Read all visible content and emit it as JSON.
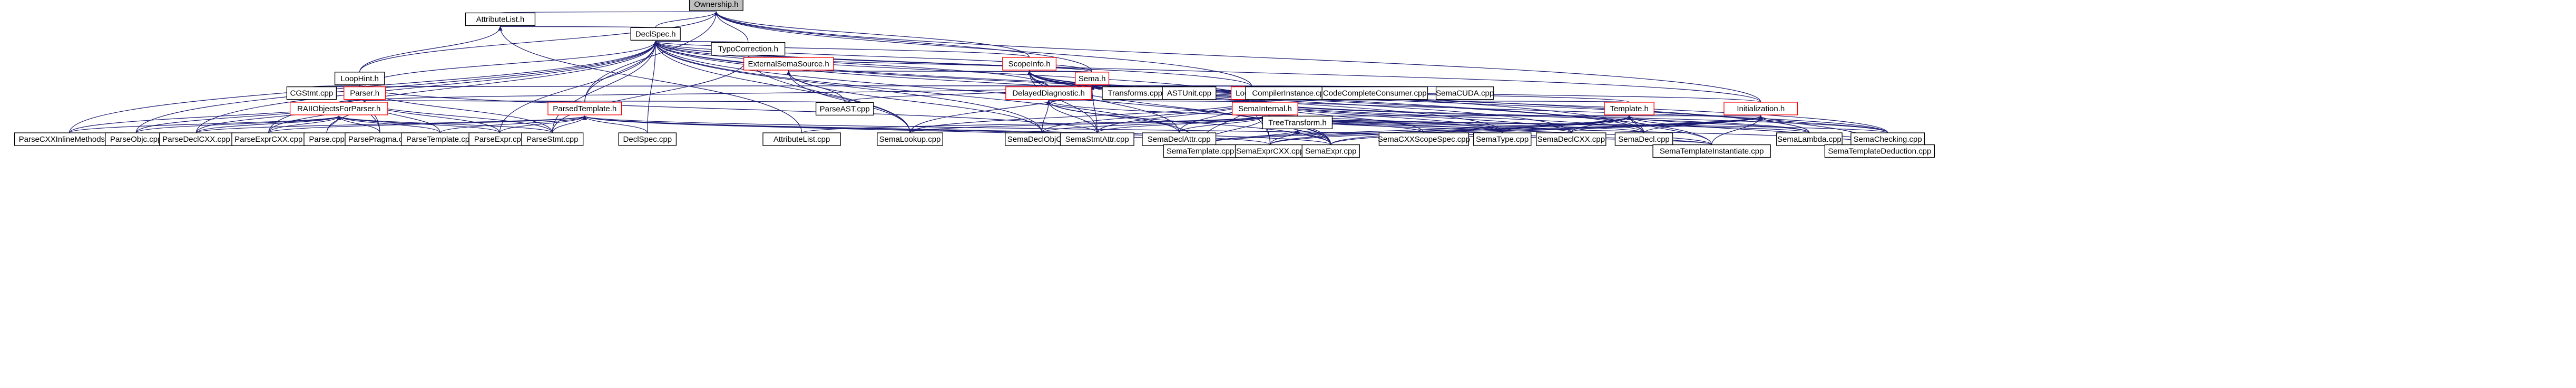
{
  "diagram": {
    "kind": "include-dependency-graph",
    "root": "OwnershipH",
    "nodes": [
      {
        "id": "OwnershipH",
        "label": "Ownership.h",
        "style": "root"
      },
      {
        "id": "AttributeListH",
        "label": "AttributeList.h",
        "style": "normal"
      },
      {
        "id": "DeclSpecH",
        "label": "DeclSpec.h",
        "style": "normal"
      },
      {
        "id": "TypoCorrectionH",
        "label": "TypoCorrection.h",
        "style": "normal"
      },
      {
        "id": "ExternalSemaSourceH",
        "label": "ExternalSemaSource.h",
        "style": "red"
      },
      {
        "id": "ScopeInfoH",
        "label": "ScopeInfo.h",
        "style": "red"
      },
      {
        "id": "SemaH",
        "label": "Sema.h",
        "style": "red"
      },
      {
        "id": "LoopHintH",
        "label": "LoopHint.h",
        "style": "normal"
      },
      {
        "id": "ParserH",
        "label": "Parser.h",
        "style": "red"
      },
      {
        "id": "RAIIObjectsForParserH",
        "label": "RAIIObjectsForParser.h",
        "style": "red"
      },
      {
        "id": "ParsedTemplateH",
        "label": "ParsedTemplate.h",
        "style": "red"
      },
      {
        "id": "DelayedDiagnosticH",
        "label": "DelayedDiagnostic.h",
        "style": "red"
      },
      {
        "id": "LookupH",
        "label": "Lookup.h",
        "style": "red"
      },
      {
        "id": "SemaInternalH",
        "label": "SemaInternal.h",
        "style": "red"
      },
      {
        "id": "TemplateH",
        "label": "Template.h",
        "style": "red"
      },
      {
        "id": "InitializationH",
        "label": "Initialization.h",
        "style": "red"
      },
      {
        "id": "TreeTransformH",
        "label": "TreeTransform.h",
        "style": "normal"
      },
      {
        "id": "CGStmtCpp",
        "label": "CGStmt.cpp",
        "style": "normal"
      },
      {
        "id": "TransformsCpp",
        "label": "Transforms.cpp",
        "style": "normal"
      },
      {
        "id": "ASTUnitCpp",
        "label": "ASTUnit.cpp",
        "style": "normal"
      },
      {
        "id": "CompilerInstanceCpp",
        "label": "CompilerInstance.cpp",
        "style": "normal"
      },
      {
        "id": "CodeCompleteConsumerCpp",
        "label": "CodeCompleteConsumer.cpp",
        "style": "normal"
      },
      {
        "id": "SemaCUDACpp",
        "label": "SemaCUDA.cpp",
        "style": "normal"
      },
      {
        "id": "ParseASTCpp",
        "label": "ParseAST.cpp",
        "style": "normal"
      },
      {
        "id": "ParseCXXInlineMethodsCpp",
        "label": "ParseCXXInlineMethods.cpp",
        "style": "normal"
      },
      {
        "id": "ParseObjcCpp",
        "label": "ParseObjc.cpp",
        "style": "normal"
      },
      {
        "id": "ParseDeclCXXCpp",
        "label": "ParseDeclCXX.cpp",
        "style": "normal"
      },
      {
        "id": "ParseExprCXXCpp",
        "label": "ParseExprCXX.cpp",
        "style": "normal"
      },
      {
        "id": "ParseCpp",
        "label": "Parse.cpp",
        "style": "normal"
      },
      {
        "id": "ParsePragmaCpp",
        "label": "ParsePragma.cpp",
        "style": "normal"
      },
      {
        "id": "ParseTemplateCpp",
        "label": "ParseTemplate.cpp",
        "style": "normal"
      },
      {
        "id": "ParseExprCpp",
        "label": "ParseExpr.cpp",
        "style": "normal"
      },
      {
        "id": "ParseStmtCpp",
        "label": "ParseStmt.cpp",
        "style": "normal"
      },
      {
        "id": "DeclSpecCpp",
        "label": "DeclSpec.cpp",
        "style": "normal"
      },
      {
        "id": "AttributeListCpp",
        "label": "AttributeList.cpp",
        "style": "normal"
      },
      {
        "id": "SemaLookupCpp",
        "label": "SemaLookup.cpp",
        "style": "normal"
      },
      {
        "id": "SemaDeclObjCCpp",
        "label": "SemaDeclObjC.cpp",
        "style": "normal"
      },
      {
        "id": "SemaStmtAttrCpp",
        "label": "SemaStmtAttr.cpp",
        "style": "normal"
      },
      {
        "id": "SemaDeclAttrCpp",
        "label": "SemaDeclAttr.cpp",
        "style": "normal"
      },
      {
        "id": "SemaCXXScopeSpecCpp",
        "label": "SemaCXXScopeSpec.cpp",
        "style": "normal"
      },
      {
        "id": "SemaTypeCpp",
        "label": "SemaType.cpp",
        "style": "normal"
      },
      {
        "id": "SemaDeclCXXCpp",
        "label": "SemaDeclCXX.cpp",
        "style": "normal"
      },
      {
        "id": "SemaDeclCpp",
        "label": "SemaDecl.cpp",
        "style": "normal"
      },
      {
        "id": "SemaLambdaCpp",
        "label": "SemaLambda.cpp",
        "style": "normal"
      },
      {
        "id": "SemaCheckingCpp",
        "label": "SemaChecking.cpp",
        "style": "normal"
      },
      {
        "id": "SemaTemplateCpp",
        "label": "SemaTemplate.cpp",
        "style": "normal"
      },
      {
        "id": "SemaExprCXXCpp",
        "label": "SemaExprCXX.cpp",
        "style": "normal"
      },
      {
        "id": "SemaExprCpp",
        "label": "SemaExpr.cpp",
        "style": "normal"
      },
      {
        "id": "SemaTemplateInstantiateCpp",
        "label": "SemaTemplateInstantiate.cpp",
        "style": "normal"
      },
      {
        "id": "SemaTemplateDeductionCpp",
        "label": "SemaTemplateDeduction.cpp",
        "style": "normal"
      }
    ],
    "edges": [
      [
        "OwnershipH",
        "AttributeListH"
      ],
      [
        "OwnershipH",
        "DeclSpecH"
      ],
      [
        "OwnershipH",
        "TypoCorrectionH"
      ],
      [
        "OwnershipH",
        "ScopeInfoH"
      ],
      [
        "OwnershipH",
        "SemaH"
      ],
      [
        "OwnershipH",
        "LoopHintH"
      ],
      [
        "OwnershipH",
        "ParsedTemplateH"
      ],
      [
        "OwnershipH",
        "LookupH"
      ],
      [
        "OwnershipH",
        "InitializationH"
      ],
      [
        "AttributeListH",
        "DeclSpecH"
      ],
      [
        "AttributeListH",
        "LoopHintH"
      ],
      [
        "AttributeListH",
        "AttributeListCpp"
      ],
      [
        "DeclSpecH",
        "TypoCorrectionH"
      ],
      [
        "DeclSpecH",
        "SemaH"
      ],
      [
        "DeclSpecH",
        "ScopeInfoH"
      ],
      [
        "DeclSpecH",
        "ParserH"
      ],
      [
        "DeclSpecH",
        "ParsedTemplateH"
      ],
      [
        "DeclSpecH",
        "DelayedDiagnosticH"
      ],
      [
        "DeclSpecH",
        "LookupH"
      ],
      [
        "DeclSpecH",
        "SemaInternalH"
      ],
      [
        "DeclSpecH",
        "InitializationH"
      ],
      [
        "DeclSpecH",
        "ParseCXXInlineMethodsCpp"
      ],
      [
        "DeclSpecH",
        "ParseObjcCpp"
      ],
      [
        "DeclSpecH",
        "ParseDeclCXXCpp"
      ],
      [
        "DeclSpecH",
        "ParseExprCXXCpp"
      ],
      [
        "DeclSpecH",
        "ParseExprCpp"
      ],
      [
        "DeclSpecH",
        "ParseStmtCpp"
      ],
      [
        "DeclSpecH",
        "DeclSpecCpp"
      ],
      [
        "DeclSpecH",
        "SemaLookupCpp"
      ],
      [
        "DeclSpecH",
        "SemaDeclObjCCpp"
      ],
      [
        "DeclSpecH",
        "SemaDeclCpp"
      ],
      [
        "DeclSpecH",
        "SemaTemplateCpp"
      ],
      [
        "DeclSpecH",
        "SemaExprCpp"
      ],
      [
        "DeclSpecH",
        "SemaTemplateDeductionCpp"
      ],
      [
        "DeclSpecH",
        "SemaTemplateInstantiateCpp"
      ],
      [
        "TypoCorrectionH",
        "ExternalSemaSourceH"
      ],
      [
        "TypoCorrectionH",
        "SemaH"
      ],
      [
        "TypoCorrectionH",
        "SemaLookupCpp"
      ],
      [
        "TypoCorrectionH",
        "ParseStmtCpp"
      ],
      [
        "ExternalSemaSourceH",
        "SemaH"
      ],
      [
        "ExternalSemaSourceH",
        "ParseASTCpp"
      ],
      [
        "ExternalSemaSourceH",
        "SemaLookupCpp"
      ],
      [
        "ExternalSemaSourceH",
        "SemaDeclObjCCpp"
      ],
      [
        "ScopeInfoH",
        "SemaH"
      ],
      [
        "ScopeInfoH",
        "SemaStmtAttrCpp"
      ],
      [
        "ScopeInfoH",
        "SemaDeclAttrCpp"
      ],
      [
        "ScopeInfoH",
        "SemaTypeCpp"
      ],
      [
        "ScopeInfoH",
        "SemaDeclCXXCpp"
      ],
      [
        "ScopeInfoH",
        "SemaDeclCpp"
      ],
      [
        "ScopeInfoH",
        "SemaLambdaCpp"
      ],
      [
        "ScopeInfoH",
        "SemaCheckingCpp"
      ],
      [
        "ScopeInfoH",
        "SemaExprCpp"
      ],
      [
        "ScopeInfoH",
        "TreeTransformH"
      ],
      [
        "SemaH",
        "CGStmtCpp"
      ],
      [
        "SemaH",
        "TransformsCpp"
      ],
      [
        "SemaH",
        "ASTUnitCpp"
      ],
      [
        "SemaH",
        "CompilerInstanceCpp"
      ],
      [
        "SemaH",
        "CodeCompleteConsumerCpp"
      ],
      [
        "SemaH",
        "SemaCUDACpp"
      ],
      [
        "SemaH",
        "ParserH"
      ],
      [
        "SemaH",
        "DelayedDiagnosticH"
      ],
      [
        "SemaH",
        "LookupH"
      ],
      [
        "SemaH",
        "SemaInternalH"
      ],
      [
        "SemaH",
        "TemplateH"
      ],
      [
        "SemaH",
        "InitializationH"
      ],
      [
        "SemaH",
        "ParseASTCpp"
      ],
      [
        "SemaH",
        "RAIIObjectsForParserH"
      ],
      [
        "SemaH",
        "SemaLookupCpp"
      ],
      [
        "SemaH",
        "SemaStmtAttrCpp"
      ],
      [
        "SemaH",
        "SemaCheckingCpp"
      ],
      [
        "LoopHintH",
        "CGStmtCpp"
      ],
      [
        "LoopHintH",
        "ParserH"
      ],
      [
        "LoopHintH",
        "ParsePragmaCpp"
      ],
      [
        "LoopHintH",
        "ParseStmtCpp"
      ],
      [
        "LoopHintH",
        "SemaStmtAttrCpp"
      ],
      [
        "ParserH",
        "RAIIObjectsForParserH"
      ],
      [
        "ParserH",
        "ParsedTemplateH"
      ],
      [
        "ParserH",
        "ParseCXXInlineMethodsCpp"
      ],
      [
        "ParserH",
        "ParseObjcCpp"
      ],
      [
        "ParserH",
        "ParseDeclCXXCpp"
      ],
      [
        "ParserH",
        "ParseExprCXXCpp"
      ],
      [
        "ParserH",
        "ParseCpp"
      ],
      [
        "ParserH",
        "ParsePragmaCpp"
      ],
      [
        "ParserH",
        "ParseTemplateCpp"
      ],
      [
        "ParserH",
        "ParseExprCpp"
      ],
      [
        "ParserH",
        "ParseStmtCpp"
      ],
      [
        "ParserH",
        "ParseASTCpp"
      ],
      [
        "RAIIObjectsForParserH",
        "ParseCXXInlineMethodsCpp"
      ],
      [
        "RAIIObjectsForParserH",
        "ParseObjcCpp"
      ],
      [
        "RAIIObjectsForParserH",
        "ParseDeclCXXCpp"
      ],
      [
        "RAIIObjectsForParserH",
        "ParseExprCXXCpp"
      ],
      [
        "RAIIObjectsForParserH",
        "ParseCpp"
      ],
      [
        "RAIIObjectsForParserH",
        "ParsePragmaCpp"
      ],
      [
        "RAIIObjectsForParserH",
        "ParseTemplateCpp"
      ],
      [
        "RAIIObjectsForParserH",
        "ParseExprCpp"
      ],
      [
        "RAIIObjectsForParserH",
        "ParseStmtCpp"
      ],
      [
        "ParsedTemplateH",
        "ParseDeclCXXCpp"
      ],
      [
        "ParsedTemplateH",
        "ParseExprCXXCpp"
      ],
      [
        "ParsedTemplateH",
        "ParseTemplateCpp"
      ],
      [
        "ParsedTemplateH",
        "ParseExprCpp"
      ],
      [
        "ParsedTemplateH",
        "ParseStmtCpp"
      ],
      [
        "ParsedTemplateH",
        "DeclSpecCpp"
      ],
      [
        "ParsedTemplateH",
        "SemaTemplateCpp"
      ],
      [
        "ParsedTemplateH",
        "SemaExprCXXCpp"
      ],
      [
        "ParsedTemplateH",
        "SemaExprCpp"
      ],
      [
        "ParsedTemplateH",
        "SemaTemplateInstantiateCpp"
      ],
      [
        "DelayedDiagnosticH",
        "SemaInternalH"
      ],
      [
        "DelayedDiagnosticH",
        "SemaDeclAttrCpp"
      ],
      [
        "DelayedDiagnosticH",
        "SemaDeclObjCCpp"
      ],
      [
        "DelayedDiagnosticH",
        "SemaStmtAttrCpp"
      ],
      [
        "DelayedDiagnosticH",
        "SemaTypeCpp"
      ],
      [
        "DelayedDiagnosticH",
        "SemaExprCpp"
      ],
      [
        "LookupH",
        "SemaInternalH"
      ],
      [
        "LookupH",
        "TemplateH"
      ],
      [
        "LookupH",
        "TreeTransformH"
      ],
      [
        "LookupH",
        "SemaLookupCpp"
      ],
      [
        "LookupH",
        "SemaStmtAttrCpp"
      ],
      [
        "LookupH",
        "SemaDeclAttrCpp"
      ],
      [
        "LookupH",
        "SemaCXXScopeSpecCpp"
      ],
      [
        "LookupH",
        "SemaTypeCpp"
      ],
      [
        "LookupH",
        "SemaDeclCXXCpp"
      ],
      [
        "LookupH",
        "SemaDeclCpp"
      ],
      [
        "LookupH",
        "SemaLambdaCpp"
      ],
      [
        "LookupH",
        "SemaCheckingCpp"
      ],
      [
        "LookupH",
        "SemaTemplateCpp"
      ],
      [
        "LookupH",
        "SemaExprCXXCpp"
      ],
      [
        "LookupH",
        "SemaExprCpp"
      ],
      [
        "LookupH",
        "SemaDeclObjCCpp"
      ],
      [
        "SemaInternalH",
        "TreeTransformH"
      ],
      [
        "SemaInternalH",
        "SemaLookupCpp"
      ],
      [
        "SemaInternalH",
        "SemaDeclObjCCpp"
      ],
      [
        "SemaInternalH",
        "SemaStmtAttrCpp"
      ],
      [
        "SemaInternalH",
        "SemaDeclAttrCpp"
      ],
      [
        "SemaInternalH",
        "SemaCXXScopeSpecCpp"
      ],
      [
        "SemaInternalH",
        "SemaTypeCpp"
      ],
      [
        "SemaInternalH",
        "SemaDeclCXXCpp"
      ],
      [
        "SemaInternalH",
        "SemaDeclCpp"
      ],
      [
        "SemaInternalH",
        "SemaLambdaCpp"
      ],
      [
        "SemaInternalH",
        "SemaCheckingCpp"
      ],
      [
        "SemaInternalH",
        "SemaTemplateCpp"
      ],
      [
        "SemaInternalH",
        "SemaExprCXXCpp"
      ],
      [
        "SemaInternalH",
        "SemaExprCpp"
      ],
      [
        "SemaInternalH",
        "SemaTemplateInstantiateCpp"
      ],
      [
        "SemaInternalH",
        "SemaTemplateDeductionCpp"
      ],
      [
        "SemaInternalH",
        "AttributeListCpp"
      ],
      [
        "TemplateH",
        "TreeTransformH"
      ],
      [
        "TemplateH",
        "SemaTypeCpp"
      ],
      [
        "TemplateH",
        "SemaDeclCXXCpp"
      ],
      [
        "TemplateH",
        "SemaDeclCpp"
      ],
      [
        "TemplateH",
        "SemaLambdaCpp"
      ],
      [
        "TemplateH",
        "SemaTemplateCpp"
      ],
      [
        "TemplateH",
        "SemaExprCXXCpp"
      ],
      [
        "TemplateH",
        "SemaExprCpp"
      ],
      [
        "TemplateH",
        "SemaTemplateInstantiateCpp"
      ],
      [
        "TemplateH",
        "SemaTemplateDeductionCpp"
      ],
      [
        "InitializationH",
        "TreeTransformH"
      ],
      [
        "InitializationH",
        "SemaLambdaCpp"
      ],
      [
        "InitializationH",
        "SemaCheckingCpp"
      ],
      [
        "InitializationH",
        "SemaDeclCpp"
      ],
      [
        "InitializationH",
        "SemaTemplateCpp"
      ],
      [
        "InitializationH",
        "SemaExprCXXCpp"
      ],
      [
        "InitializationH",
        "SemaExprCpp"
      ],
      [
        "InitializationH",
        "SemaTemplateInstantiateCpp"
      ],
      [
        "InitializationH",
        "SemaDeclCXXCpp"
      ],
      [
        "TreeTransformH",
        "SemaTemplateCpp"
      ],
      [
        "TreeTransformH",
        "SemaExprCXXCpp"
      ],
      [
        "TreeTransformH",
        "SemaExprCpp"
      ],
      [
        "TreeTransformH",
        "SemaTemplateInstantiateCpp"
      ]
    ]
  },
  "colors": {
    "edge": "#191970",
    "node_border": "#000000",
    "highlight_border": "#ff0000",
    "root_fill": "#bfbfbf",
    "node_fill": "#ffffff",
    "background": "#ffffff"
  }
}
